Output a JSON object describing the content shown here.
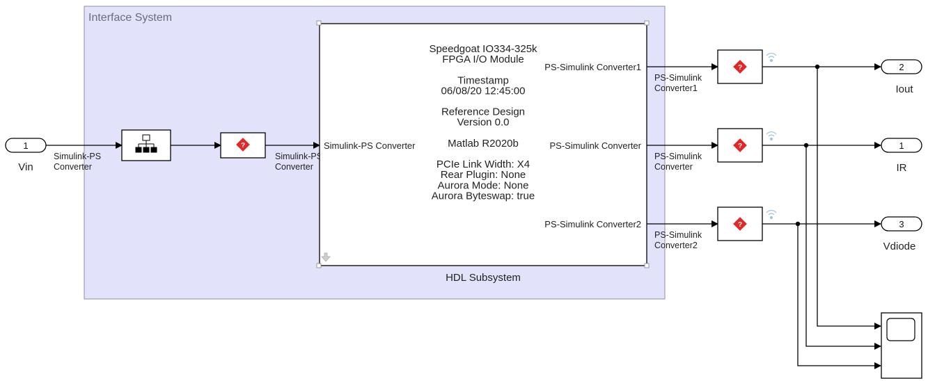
{
  "area": {
    "title": "Interface System"
  },
  "hdl": {
    "name": "HDL Subsystem",
    "mask_lines": [
      "Speedgoat IO334-325k",
      "FPGA I/O Module",
      "",
      "Timestamp",
      "06/08/20 12:45:00",
      "",
      "Reference Design",
      "Version 0.0",
      "",
      "Matlab R2020b",
      "",
      "PCIe Link Width: X4",
      "Rear Plugin: None",
      "Aurora Mode: None",
      "Aurora Byteswap: true"
    ],
    "in_port": "Simulink-PS Converter",
    "out_ports": [
      "PS-Simulink Converter1",
      "PS-Simulink Converter",
      "PS-Simulink Converter2"
    ]
  },
  "inport": {
    "number": "1",
    "name": "Vin"
  },
  "wire_labels": {
    "in1": [
      "Simulink-PS",
      "Converter"
    ],
    "in2": [
      "Simulink-PS",
      "Converter"
    ],
    "out1": [
      "PS-Simulink",
      "Converter1"
    ],
    "out2": [
      "PS-Simulink",
      "Converter"
    ],
    "out3": [
      "PS-Simulink",
      "Converter2"
    ]
  },
  "outports": [
    {
      "number": "2",
      "name": "Iout"
    },
    {
      "number": "1",
      "name": "IR"
    },
    {
      "number": "3",
      "name": "Vdiode"
    }
  ],
  "colors": {
    "area_fill": "#e2e3fa",
    "area_border": "#8c8da8",
    "converter_red": "#e02828",
    "signal_icon": "#9fc6e8"
  }
}
